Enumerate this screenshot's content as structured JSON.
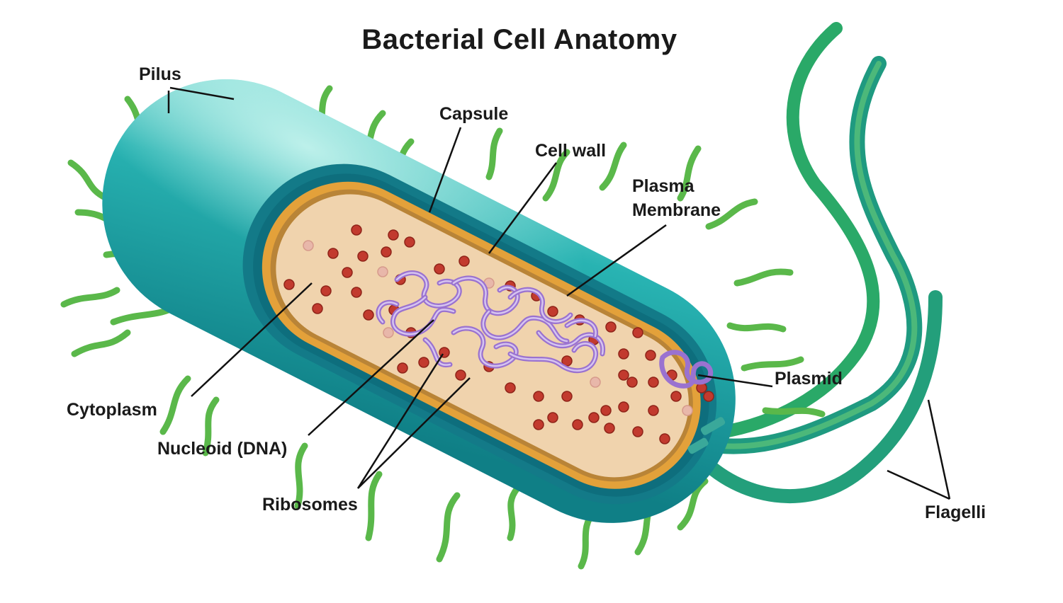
{
  "title": "Bacterial Cell Anatomy",
  "labels": {
    "pilus": "Pilus",
    "capsule": "Capsule",
    "cell_wall": "Cell wall",
    "plasma_membrane_line1": "Plasma",
    "plasma_membrane_line2": "Membrane",
    "plasmid": "Plasmid",
    "cytoplasm": "Cytoplasm",
    "nucleoid": "Nucleoid (DNA)",
    "ribosomes": "Ribosomes",
    "flagelli": "Flagelli"
  },
  "colors": {
    "capsule": "#17a3a6",
    "capsule_light": "#6fd7d3",
    "cell_wall": "#1a7f8e",
    "membrane": "#e8a33a",
    "cytoplasm": "#f1d6b3",
    "ribosome": "#c0392b",
    "dna": "#a880d6",
    "pili": "#56b948",
    "flagella": "#2fa05a",
    "leader_line": "#111111"
  }
}
